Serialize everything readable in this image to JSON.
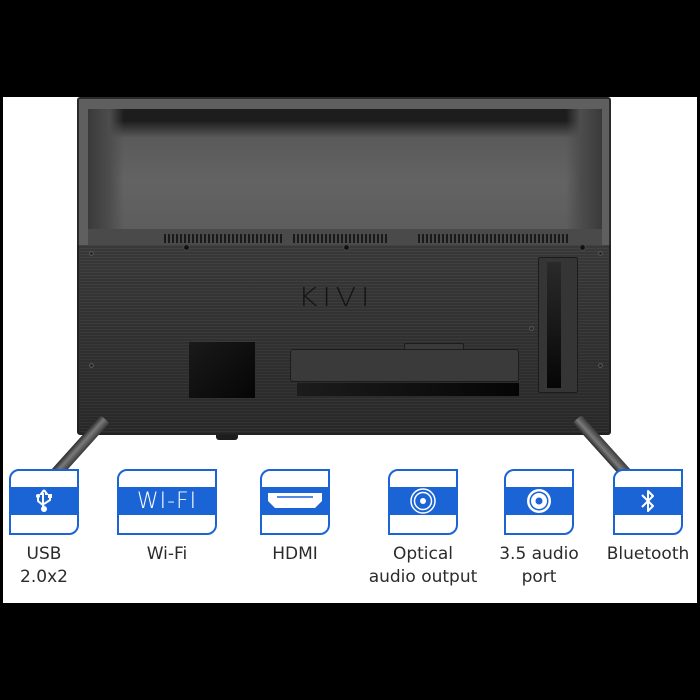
{
  "product": {
    "brand_logo": "KIVI",
    "view": "TV rear view"
  },
  "colors": {
    "accent_blue": "#1a64d6",
    "background": "#ffffff",
    "frame": "#000000",
    "label_text": "#2b2b2b"
  },
  "features": [
    {
      "id": "usb",
      "icon": "usb-icon",
      "label_line1": "USB",
      "label_line2": "2.0x2"
    },
    {
      "id": "wifi",
      "icon": "wifi-text-icon",
      "icon_text": "WI-FI",
      "label_line1": "Wi-Fi",
      "label_line2": ""
    },
    {
      "id": "hdmi",
      "icon": "hdmi-port-icon",
      "label_line1": "HDMI",
      "label_line2": ""
    },
    {
      "id": "optical",
      "icon": "optical-port-icon",
      "label_line1": "Optical",
      "label_line2": "audio output"
    },
    {
      "id": "audio35",
      "icon": "audio-jack-icon",
      "label_line1": "3.5 audio",
      "label_line2": "port"
    },
    {
      "id": "bluetooth",
      "icon": "bluetooth-icon",
      "label_line1": "Bluetooth",
      "label_line2": ""
    }
  ]
}
